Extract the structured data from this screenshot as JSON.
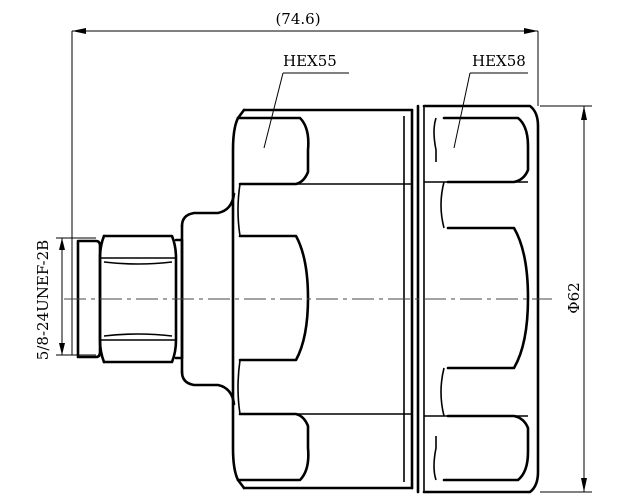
{
  "drawing": {
    "overall_length": "(74.6)",
    "hex_left": "HEX55",
    "hex_right": "HEX58",
    "diameter": "Φ62",
    "thread": "5/8-24UNEF-2B"
  },
  "colors": {
    "line": "#000000",
    "background": "#ffffff",
    "centerline": "#444444"
  }
}
